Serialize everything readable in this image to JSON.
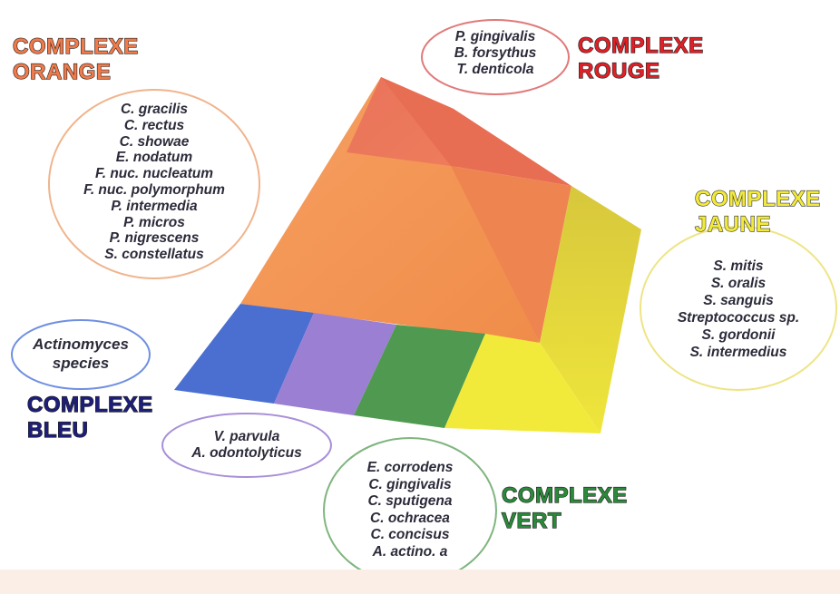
{
  "colors": {
    "orange": "#f18e4e",
    "red": "#e84848",
    "yellow": "#f2ea3a",
    "green": "#4f9a50",
    "purple": "#9b7fd3",
    "blue": "#4b6fd0",
    "dark_blue": "#1d1e7a",
    "bottom_band": "#fbeee6"
  },
  "complexes": {
    "orange": {
      "title_line1": "COMPLEXE",
      "title_line2": "ORANGE",
      "species": [
        "C. gracilis",
        "C. rectus",
        "C. showae",
        "E. nodatum",
        "F. nuc. nucleatum",
        "F. nuc. polymorphum",
        "P. intermedia",
        "P. micros",
        "P. nigrescens",
        "S. constellatus"
      ]
    },
    "rouge": {
      "title_line1": "COMPLEXE",
      "title_line2": "ROUGE",
      "species": [
        "P. gingivalis",
        "B. forsythus",
        "T. denticola"
      ]
    },
    "jaune": {
      "title_line1": "COMPLEXE",
      "title_line2": "JAUNE",
      "species": [
        "S. mitis",
        "S. oralis",
        "S. sanguis",
        "Streptococcus sp.",
        "S. gordonii",
        "S. intermedius"
      ]
    },
    "bleu": {
      "title_line1": "COMPLEXE",
      "title_line2": "BLEU",
      "species": [
        "Actinomyces",
        "species"
      ]
    },
    "violet": {
      "species": [
        "V. parvula",
        "A. odontolyticus"
      ]
    },
    "vert": {
      "title_line1": "COMPLEXE",
      "title_line2": "VERT",
      "species": [
        "E. corrodens",
        "C. gingivalis",
        "C. sputigena",
        "C. ochracea",
        "C. concisus",
        "A. actino. a"
      ]
    }
  }
}
